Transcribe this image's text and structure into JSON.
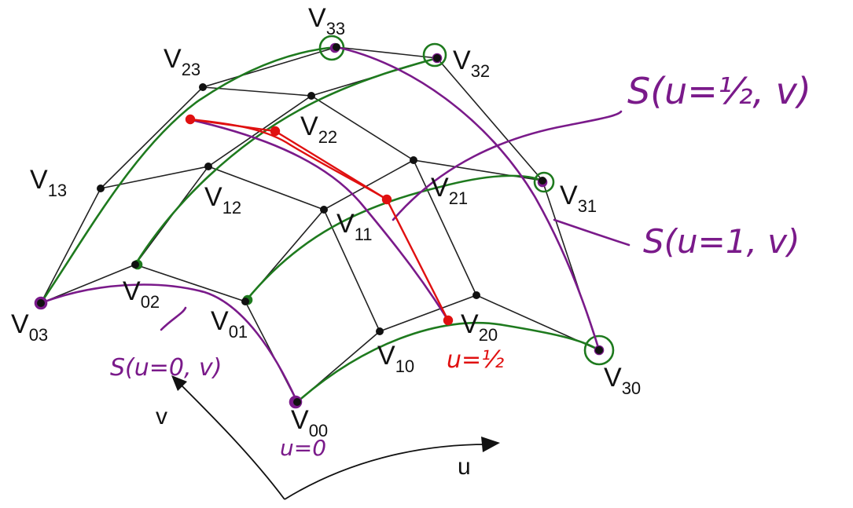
{
  "vertices": {
    "V00": {
      "main": "V",
      "sub": "00"
    },
    "V01": {
      "main": "V",
      "sub": "01"
    },
    "V02": {
      "main": "V",
      "sub": "02"
    },
    "V03": {
      "main": "V",
      "sub": "03"
    },
    "V10": {
      "main": "V",
      "sub": "10"
    },
    "V11": {
      "main": "V",
      "sub": "11"
    },
    "V12": {
      "main": "V",
      "sub": "12"
    },
    "V13": {
      "main": "V",
      "sub": "13"
    },
    "V20": {
      "main": "V",
      "sub": "20"
    },
    "V21": {
      "main": "V",
      "sub": "21"
    },
    "V22": {
      "main": "V",
      "sub": "22"
    },
    "V23": {
      "main": "V",
      "sub": "23"
    },
    "V30": {
      "main": "V",
      "sub": "30"
    },
    "V31": {
      "main": "V",
      "sub": "31"
    },
    "V32": {
      "main": "V",
      "sub": "32"
    },
    "V33": {
      "main": "V",
      "sub": "33"
    }
  },
  "axes": {
    "u": "u",
    "v": "v"
  },
  "annotations": {
    "s_half": "S(u=½, v)",
    "s_one": "S(u=1, v)",
    "s_zero": "S(u=0, v)",
    "u_half": "u=½",
    "u_zero": "u=0"
  },
  "colors": {
    "mesh": "#222222",
    "vertex": "#111111",
    "green_curve": "#1e7a1e",
    "purple_curve": "#7a1a8a",
    "red_curve": "#e01010"
  }
}
